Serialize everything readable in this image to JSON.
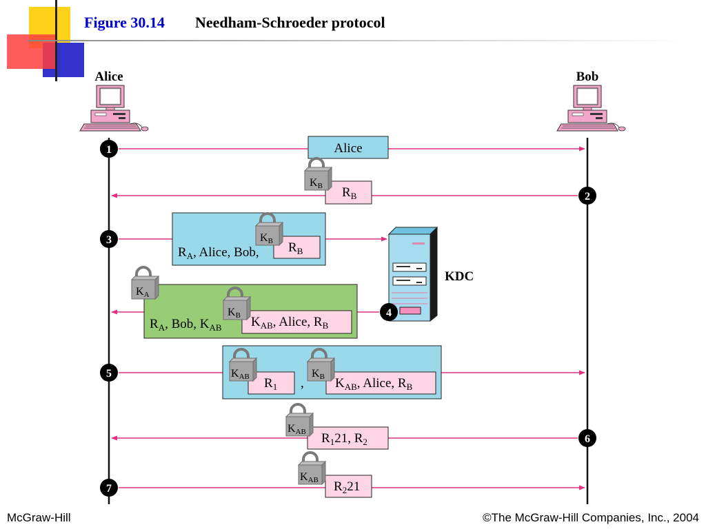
{
  "header": {
    "figure_label": "Figure 30.14",
    "title": "Needham-Schroeder protocol"
  },
  "actors": {
    "alice": "Alice",
    "bob": "Bob",
    "kdc": "KDC"
  },
  "steps": [
    "1",
    "2",
    "3",
    "4",
    "5",
    "6",
    "7"
  ],
  "messages": {
    "m1": {
      "text": "Alice"
    },
    "m2": {
      "lock": "K",
      "lock_sub": "B",
      "content": [
        [
          "R",
          ""
        ],
        [
          "",
          ""
        ],
        [
          "B",
          "sub"
        ]
      ]
    },
    "m3": {
      "outer_text": "R",
      "outer_sub": "A",
      "outer_rest": ", Alice, Bob,",
      "lock": "K",
      "lock_sub": "B",
      "inner": "R",
      "inner_sub": "B"
    },
    "m4": {
      "outer_lock": "K",
      "outer_lock_sub": "A",
      "outer_text_1": "R",
      "outer_sub_1": "A",
      "outer_text_2": ", Bob, K",
      "outer_sub_2": "AB",
      "inner_lock": "K",
      "inner_lock_sub": "B",
      "inner_text_1": "K",
      "inner_sub_1": "AB",
      "inner_text_2": ", Alice, R",
      "inner_sub_2": "B"
    },
    "m5": {
      "lock1": "K",
      "lock1_sub": "AB",
      "box1": "R",
      "box1_sub": "1",
      "comma": ",",
      "lock2": "K",
      "lock2_sub": "B",
      "box2_text_1": "K",
      "box2_sub_1": "AB",
      "box2_text_2": ", Alice, R",
      "box2_sub_2": "B"
    },
    "m6": {
      "lock": "K",
      "lock_sub": "AB",
      "text_1": "R",
      "sub_1": "1",
      "text_2": "21, R",
      "sub_2": "2"
    },
    "m7": {
      "lock": "K",
      "lock_sub": "AB",
      "text_1": "R",
      "sub_1": "2",
      "text_2": "21"
    }
  },
  "colors": {
    "title_blue": "#0000cc",
    "arrow_pink": "#e0307f",
    "box_cyan": "#99d9ea",
    "box_pink": "#fdd5e5",
    "box_green": "#99cc77",
    "lock_gray": "#a6a6a6",
    "deco_yellow": "#ffd21a",
    "deco_red": "#ff4040",
    "deco_blue": "#3333cc"
  },
  "footer": {
    "left": "McGraw-Hill",
    "right": "©The McGraw-Hill Companies, Inc., 2004"
  }
}
